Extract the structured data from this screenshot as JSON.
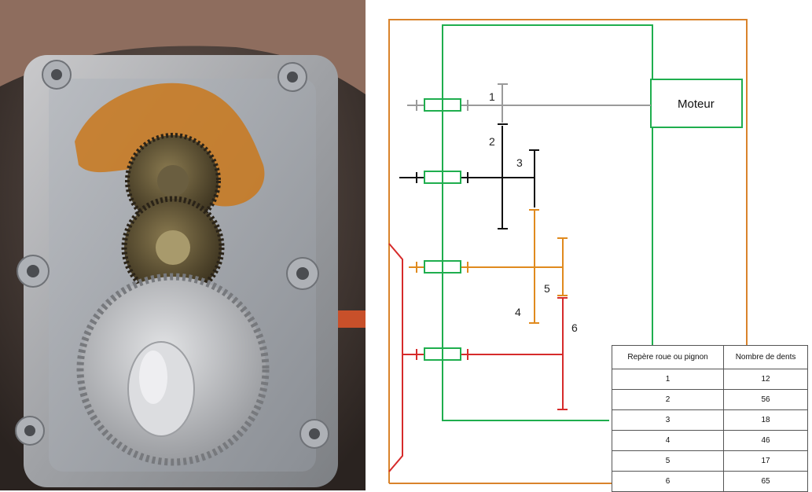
{
  "diagram": {
    "motor_label": "Moteur",
    "gear_labels": [
      "1",
      "2",
      "3",
      "4",
      "5",
      "6"
    ],
    "colors": {
      "frame": "#d9832b",
      "green": "#1fae4e",
      "grey": "#9a9a9a",
      "black": "#111111",
      "orange": "#e08a1e",
      "red": "#d62b2b"
    }
  },
  "table": {
    "headers": [
      "Repère roue ou pignon",
      "Nombre de dents"
    ],
    "rows": [
      [
        "1",
        "12"
      ],
      [
        "2",
        "56"
      ],
      [
        "3",
        "18"
      ],
      [
        "4",
        "46"
      ],
      [
        "5",
        "17"
      ],
      [
        "6",
        "65"
      ]
    ]
  }
}
